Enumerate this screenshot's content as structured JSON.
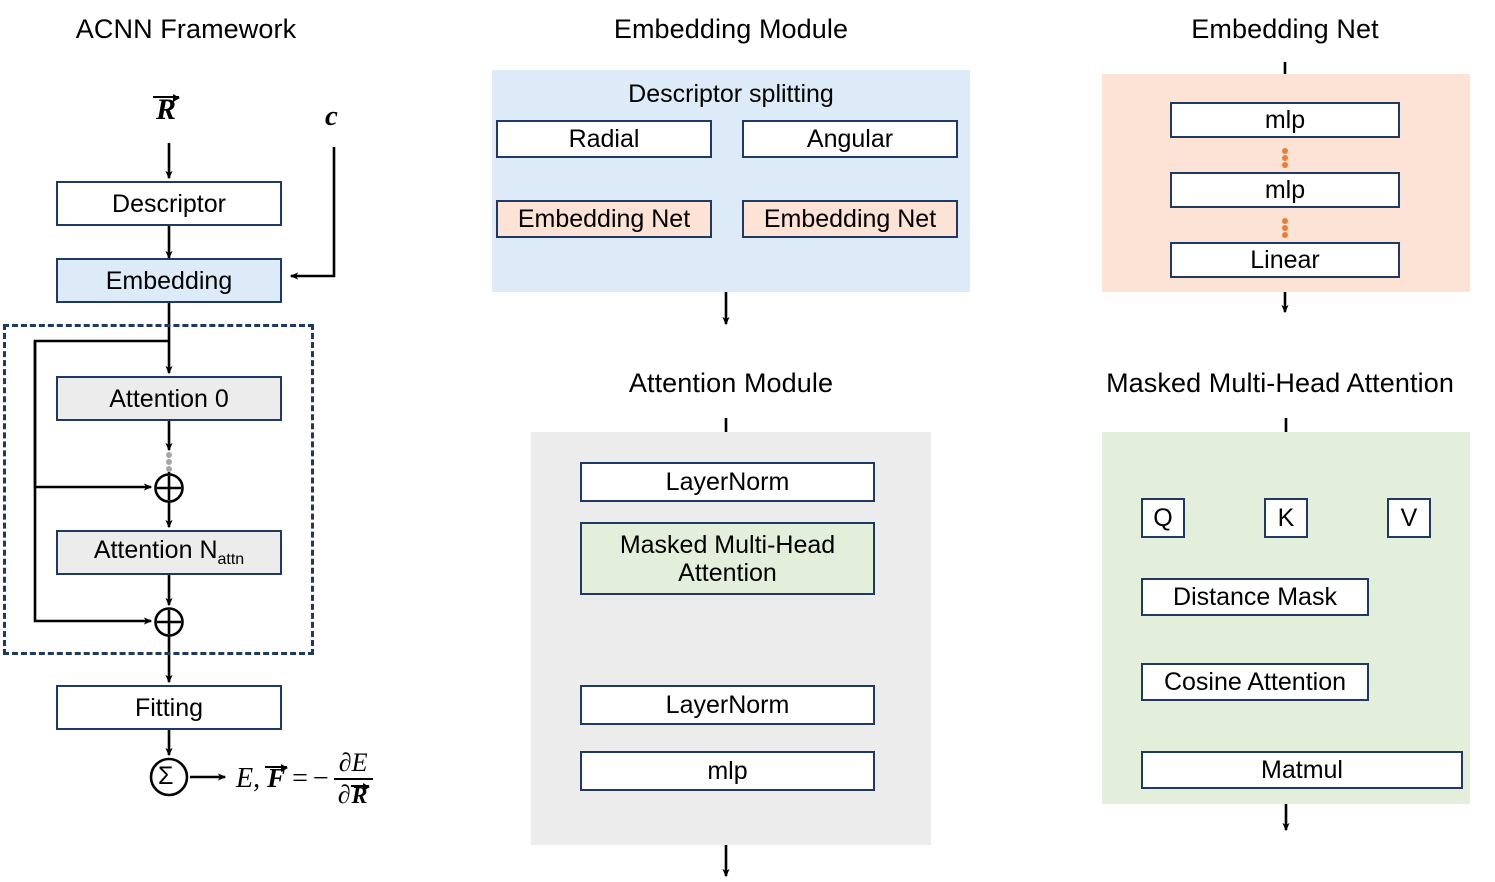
{
  "sections": {
    "acnn": {
      "title": "ACNN Framework",
      "input_label": "R",
      "condition_label": "c",
      "boxes": {
        "descriptor": "Descriptor",
        "embedding": "Embedding",
        "attention_first": "Attention 0",
        "attention_last": "Attention N",
        "attention_last_sub": "attn",
        "fitting": "Fitting"
      },
      "sum_symbol": "Σ",
      "output_expression": {
        "lhs": "E,",
        "force_symbol": "F",
        "equals": "=",
        "minus": "−",
        "numerator": "∂E",
        "denominator_partial": "∂",
        "denominator_var": "R"
      }
    },
    "embedding_module": {
      "title": "Embedding Module",
      "panel_label": "Descriptor splitting",
      "left_branch": {
        "input": "Radial",
        "net": "Embedding Net"
      },
      "right_branch": {
        "input": "Angular",
        "net": "Embedding Net"
      },
      "merge_symbol": "concat-circle"
    },
    "embedding_net": {
      "title": "Embedding Net",
      "layers": [
        "mlp",
        "mlp",
        "Linear"
      ]
    },
    "attention_module": {
      "title": "Attention Module",
      "boxes": [
        "LayerNorm",
        "Masked Multi-Head Attention",
        "LayerNorm",
        "mlp"
      ],
      "residual_symbol": "⊕"
    },
    "masked_mha": {
      "title": "Masked Multi-Head Attention",
      "qkv": [
        "Q",
        "K",
        "V"
      ],
      "boxes": [
        "Distance Mask",
        "Cosine Attention",
        "Matmul"
      ]
    }
  },
  "colors": {
    "border": "#1f3864",
    "blue_fill": "#ddeaf7",
    "orange_fill": "#fce3d5",
    "green_fill": "#e3efda",
    "grey_fill": "#ececec",
    "panel_blue": "#ddeaf7",
    "panel_orange": "#fce3d5",
    "panel_green": "#e3efda",
    "panel_grey": "#ececec",
    "dot_orange": "#ed7d31",
    "dot_grey": "#a6a6a6",
    "arrow": "#000000"
  }
}
